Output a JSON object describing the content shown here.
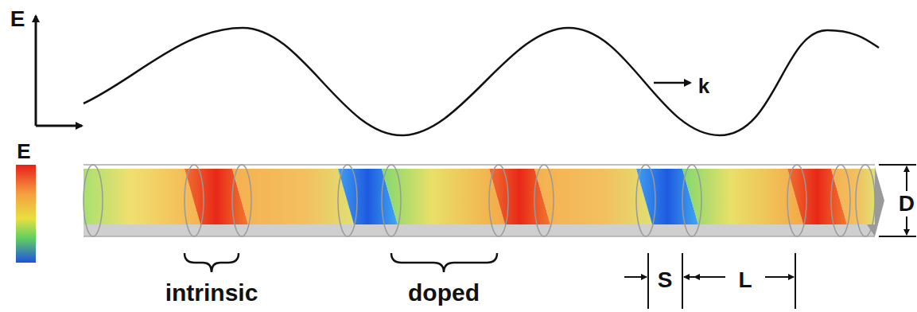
{
  "diagram": {
    "labels": [
      "E",
      "k",
      "E",
      "intrinsic",
      "doped",
      "S",
      "L",
      "D"
    ]
  }
}
